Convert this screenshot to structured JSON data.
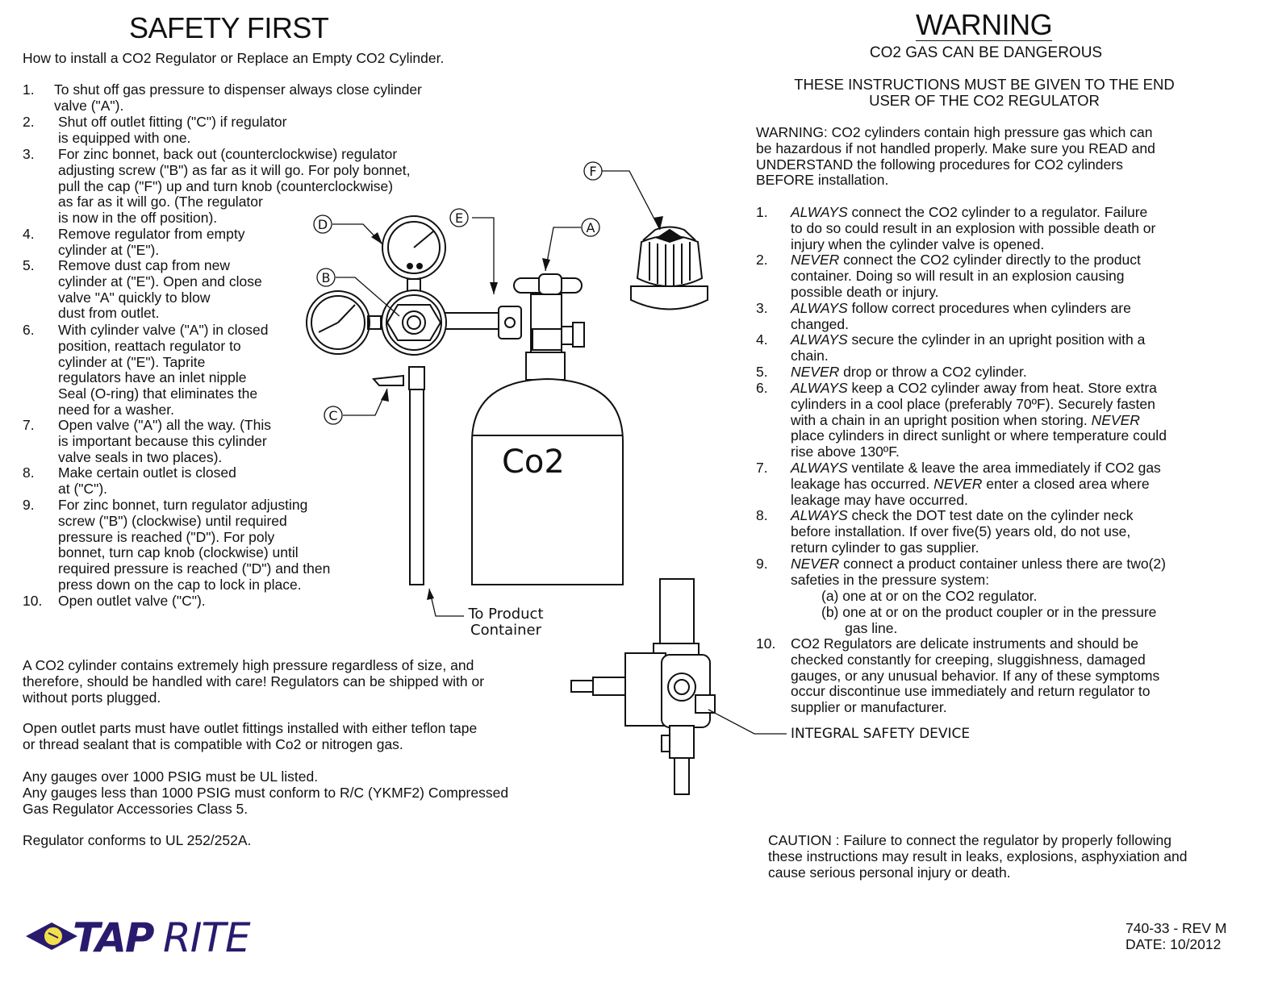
{
  "left": {
    "title": "SAFETY FIRST",
    "subtitle": "How to install a CO2 Regulator or Replace an Empty CO2 Cylinder.",
    "steps": [
      {
        "n": "1.",
        "text": "To shut off gas pressure to dispenser always close cylinder\n valve (\"A\")."
      },
      {
        "n": "2.",
        "text": "Shut off outlet fitting (\"C\") if regulator\nis equipped with one."
      },
      {
        "n": "3.",
        "text": "For zinc bonnet, back out (counterclockwise) regulator\nadjusting screw (\"B\") as far as it will go. For poly bonnet,\npull the cap (\"F\") up and turn knob (counterclockwise)\nas far as it will go.  (The regulator\nis now in the off position)."
      },
      {
        "n": "4.",
        "text": "Remove regulator from empty\ncylinder at (\"E\")."
      },
      {
        "n": "5.",
        "text": "Remove dust cap from new\ncylinder at (\"E\").  Open and close\nvalve \"A\" quickly to blow\ndust from outlet."
      },
      {
        "n": "6.",
        "text": "With cylinder valve (\"A\") in closed\nposition, reattach regulator to\ncylinder at (\"E\"). Taprite\nregulators have an inlet nipple\nSeal (O-ring) that eliminates the\nneed for a washer."
      },
      {
        "n": "7.",
        "text": "Open valve (\"A\") all the way.  (This\nis important because this cylinder\nvalve seals in two places)."
      },
      {
        "n": "8.",
        "text": "Make certain outlet is closed\nat (\"C\")."
      },
      {
        "n": "9.",
        "text": "For zinc bonnet, turn regulator adjusting\nscrew (\"B\") (clockwise) until required\npressure is reached (\"D\").  For poly\nbonnet, turn cap knob (clockwise) until\nrequired pressure is reached (\"D\") and then\npress down on the cap to lock in place."
      },
      {
        "n": "10.",
        "text": "Open outlet valve (\"C\")."
      }
    ],
    "paragraphs": [
      "A CO2 cylinder contains extremely high pressure regardless of size, and\ntherefore, should be handled with care! Regulators can be shipped with or\nwithout ports plugged.",
      "Open outlet parts must have outlet fittings installed with either teflon tape\nor thread sealant that is compatible with Co2 or nitrogen gas.",
      "Any gauges over 1000 PSIG must be UL listed.\nAny gauges less than 1000 PSIG must conform to R/C (YKMF2) Compressed\nGas Regulator Accessories Class 5.",
      "Regulator conforms to UL 252/252A."
    ]
  },
  "diagram": {
    "callouts": [
      "A",
      "B",
      "C",
      "D",
      "E",
      "F"
    ],
    "cylinder_label": "Co2",
    "product_label": "To Product\nContainer",
    "safety_device_label": "INTEGRAL SAFETY DEVICE"
  },
  "right": {
    "title": "WARNING",
    "subtitle": "CO2 GAS CAN BE DANGEROUS",
    "notice": "THESE INSTRUCTIONS MUST BE GIVEN TO THE END\nUSER OF THE CO2 REGULATOR",
    "intro": "WARNING: CO2 cylinders contain high pressure gas which can\nbe hazardous if not handled properly.  Make sure you READ and\nUNDERSTAND the following procedures for CO2 cylinders\nBEFORE installation.",
    "items": [
      {
        "n": "1.",
        "segments": [
          "ALWAYS",
          " connect the CO2 cylinder to a regulator.  Failure\nto do so could result in an explosion with possible death or\ninjury when the cylinder valve is opened."
        ]
      },
      {
        "n": "2.",
        "segments": [
          "NEVER",
          " connect the CO2 cylinder directly to the product\ncontainer.  Doing so will result in an explosion causing\npossible death or injury."
        ]
      },
      {
        "n": "3.",
        "segments": [
          "ALWAYS",
          " follow correct procedures when cylinders are\nchanged."
        ]
      },
      {
        "n": "4.",
        "segments": [
          "ALWAYS",
          " secure the cylinder in an upright position with a\nchain."
        ]
      },
      {
        "n": "5.",
        "segments": [
          "NEVER",
          " drop or throw a CO2 cylinder."
        ]
      },
      {
        "n": "6.",
        "segments": [
          "ALWAYS",
          " keep a CO2 cylinder away from heat.  Store extra\ncylinders in a cool place (preferably 70ºF).  Securely fasten\nwith a chain in an upright position when storing. ",
          "NEVER",
          "\nplace cylinders in direct sunlight or where temperature could\nrise above 130ºF."
        ]
      },
      {
        "n": "7.",
        "segments": [
          "ALWAYS",
          " ventilate & leave the area immediately if CO2 gas\nleakage has occurred.  ",
          "NEVER",
          " enter a closed area where\nleakage may have occurred."
        ]
      },
      {
        "n": "8.",
        "segments": [
          "ALWAYS",
          " check the DOT test date on the cylinder neck\nbefore installation.  If over five(5) years old, do not use,\nreturn cylinder to gas supplier."
        ]
      },
      {
        "n": "9.",
        "segments": [
          "NEVER",
          " connect a product container unless there are two(2)\nsafeties in the pressure system:"
        ],
        "sub": [
          "(a) one at or on the CO2 regulator.",
          "(b) one at or on the product coupler or in the pressure\n      gas line."
        ]
      },
      {
        "n": "10.",
        "segments": [
          "CO2 Regulators are delicate instruments and should be\nchecked constantly for creeping, sluggishness, damaged\ngauges, or any unusual behavior.  If any of these symptoms\noccur discontinue use immediately and return regulator to\nsupplier or manufacturer."
        ]
      }
    ],
    "caution": "CAUTION : Failure to connect the regulator by properly following\nthese instructions may result in leaks, explosions, asphyxiation and\ncause serious personal injury or death."
  },
  "footer": {
    "logo": "TAPRITE",
    "logo_colors": {
      "primary": "#2a1a6e",
      "accent": "#f2df4a"
    },
    "doc_number": "740-33 - REV M",
    "date": "DATE: 10/2012"
  }
}
